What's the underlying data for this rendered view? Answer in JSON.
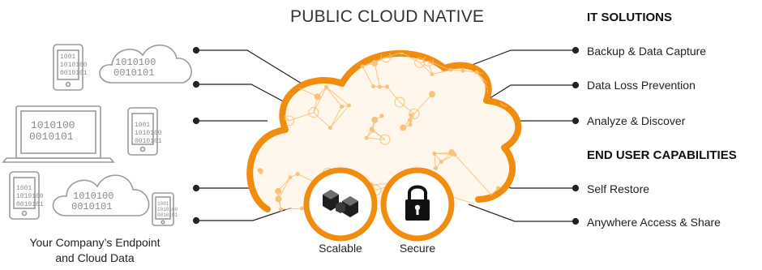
{
  "title": "PUBLIC CLOUD NATIVE",
  "sections": {
    "it_solutions": {
      "heading": "IT SOLUTIONS",
      "items": [
        "Backup & Data Capture",
        "Data Loss Prevention",
        "Analyze & Discover"
      ]
    },
    "end_user": {
      "heading": "END USER CAPABILITIES",
      "items": [
        "Self Restore",
        "Anywhere Access & Share"
      ]
    }
  },
  "badges": {
    "scalable": "Scalable",
    "secure": "Secure"
  },
  "left_caption": {
    "line1": "Your Company’s Endpoint",
    "line2": "and Cloud Data"
  },
  "binary": {
    "row1": "1010100",
    "row2": "0010101",
    "row3": "1001"
  },
  "colors": {
    "accent": "#f28c0f",
    "accent_light": "#f7c27a",
    "device_gray": "#9a9a9a",
    "text": "#222222"
  },
  "icons": [
    "tablet-icon",
    "laptop-icon",
    "cloud-outline-icon",
    "padlock-icon",
    "scalable-blocks-icon"
  ]
}
